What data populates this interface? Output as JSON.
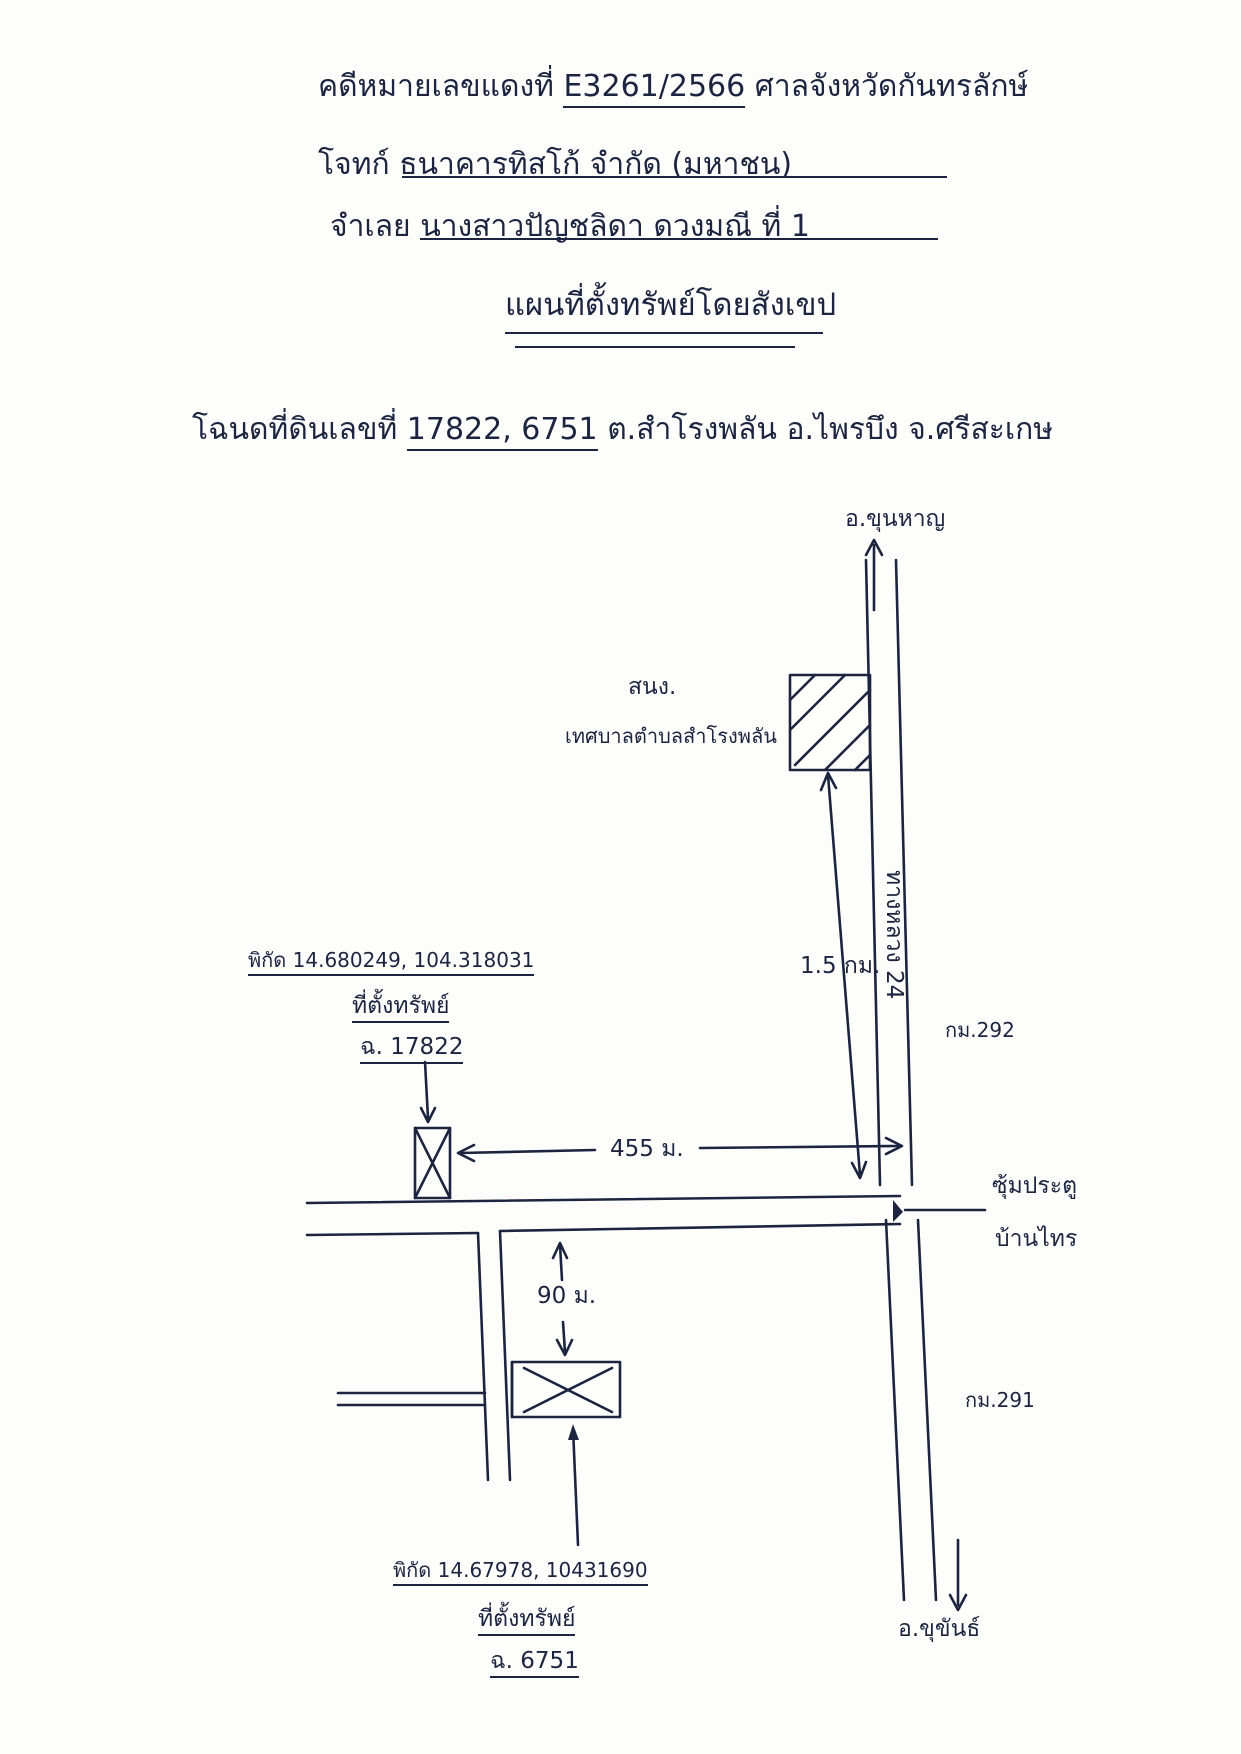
{
  "header": {
    "case_label": "คดีหมายเลขแดงที่",
    "case_number": "E3261/2566",
    "court": "ศาลจังหวัดกันทรลักษ์",
    "plaintiff_label": "โจทก์",
    "plaintiff_value": "ธนาคารทิสโก้ จำกัด (มหาชน)",
    "defendant_label": "จำเลย",
    "defendant_value": "นางสาวปัญชลิดา ดวงมณี ที่ 1",
    "map_title": "แผนที่ตั้งทรัพย์โดยสังเขป"
  },
  "deed_line": {
    "prefix": "โฉนดที่ดินเลขที่",
    "numbers": "17822, 6751",
    "location": "ต.สำโรงพลัน อ.ไพรบึง จ.ศรีสะเกษ"
  },
  "map": {
    "north_destination": "อ.ขุนหาญ",
    "south_destination": "อ.ขุขันธ์",
    "office_label_line1": "สนง.",
    "office_label_line2": "เทศบาลตำบลสำโรงพลัน",
    "road_name": "ทางหลวง 24",
    "distance_to_office": "1.5 กม.",
    "km_marker_292": "กม.292",
    "km_marker_291": "กม.291",
    "distance_along_soi": "455 ม.",
    "distance_to_plot_6751": "90 ม.",
    "soi_label_line1": "ซุ้มประตู",
    "soi_label_line2": "บ้านไทร",
    "plot_17822": {
      "coords": "พิกัด 14.680249, 104.318031",
      "caption": "ที่ตั้งทรัพย์",
      "deed": "ฉ. 17822"
    },
    "plot_6751": {
      "coords": "พิกัด 14.67978, 10431690",
      "caption": "ที่ตั้งทรัพย์",
      "deed": "ฉ. 6751"
    }
  }
}
